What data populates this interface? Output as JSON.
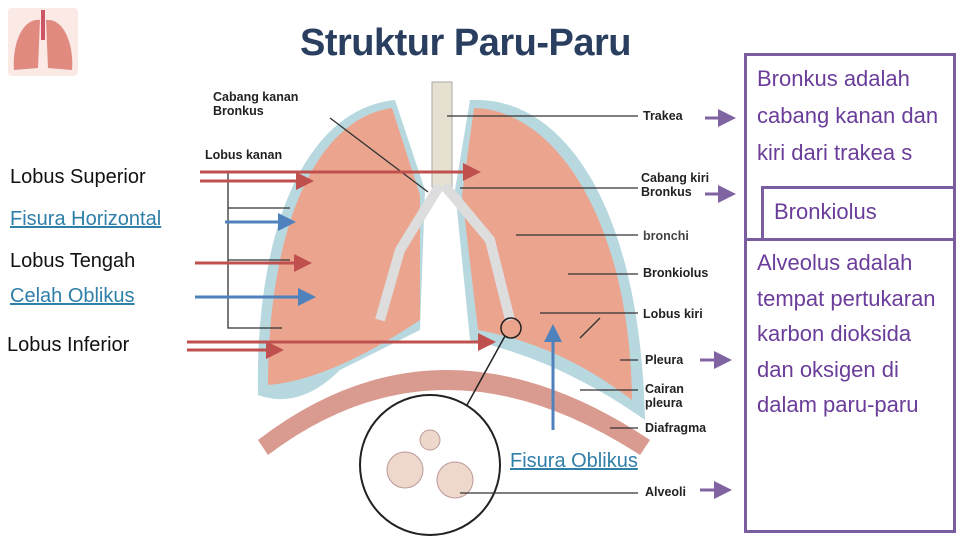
{
  "title": "Struktur Paru-Paru",
  "logo_icon": "lungs-icon",
  "left_labels": {
    "lobus_superior": "Lobus Superior",
    "fisura_horizontal": "Fisura Horizontal",
    "lobus_tengah": "Lobus Tengah",
    "celah_oblikus": "Celah Oblikus",
    "lobus_inferior": "Lobus Inferior"
  },
  "fisura_oblikus": "Fisura Oblikus",
  "diagram_labels": {
    "cabang_kanan": "Cabang kanan",
    "bronkus_kanan": "Bronkus",
    "lobus_kanan": "Lobus kanan",
    "trakea": "Trakea",
    "cabang_kiri": "Cabang kiri",
    "bronkus_kiri": "Bronkus",
    "bronchi": "bronchi",
    "bronkiolus": "Bronkiolus",
    "lobus_kiri": "Lobus kiri",
    "pleura": "Pleura",
    "cairan": "Cairan",
    "cairan_pleura": "pleura",
    "diafragma": "Diafragma",
    "alveoli": "Alveoli"
  },
  "boxes": {
    "bronkus": "Bronkus adalah cabang kanan dan kiri dari trakea s",
    "bronkiolus": "Bronkiolus adalah",
    "alveolus": "Alveolus adalah tempat pertukaran karbon dioksida dan oksigen di dalam paru-paru"
  },
  "colors": {
    "title": "#2a3f5f",
    "red_arrow": "#c0504d",
    "blue_arrow": "#4f81bd",
    "purple": "#7a5d9e",
    "link": "#2f7fa8"
  }
}
